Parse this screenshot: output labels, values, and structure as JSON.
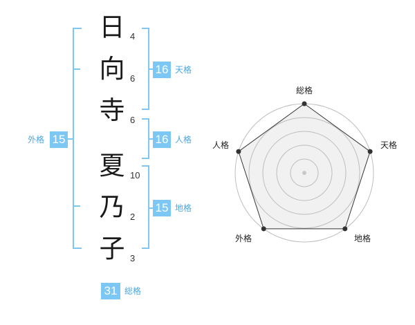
{
  "name_chars": [
    {
      "char": "日",
      "strokes": "4"
    },
    {
      "char": "向",
      "strokes": "6"
    },
    {
      "char": "寺",
      "strokes": "6"
    },
    {
      "char": "夏",
      "strokes": "10"
    },
    {
      "char": "乃",
      "strokes": "2"
    },
    {
      "char": "子",
      "strokes": "3"
    }
  ],
  "kaku": {
    "tenkaku": {
      "value": "16",
      "label": "天格"
    },
    "jinkaku": {
      "value": "16",
      "label": "人格"
    },
    "chikaku": {
      "value": "15",
      "label": "地格"
    },
    "gaikaku": {
      "value": "15",
      "label": "外格"
    },
    "soukaku": {
      "value": "31",
      "label": "総格"
    }
  },
  "radar": {
    "axes": [
      "総格",
      "天格",
      "地格",
      "外格",
      "人格"
    ],
    "values": [
      1,
      1,
      1,
      1,
      1
    ],
    "max": 1,
    "rings": 5
  },
  "colors": {
    "bracket": "#7cc7f4",
    "badge": "#7cc7f4",
    "badge_label": "#4aa8e0",
    "radar_fill": "#f1f1f1",
    "radar_stroke": "#333333",
    "grid": "#bdbdbd"
  }
}
